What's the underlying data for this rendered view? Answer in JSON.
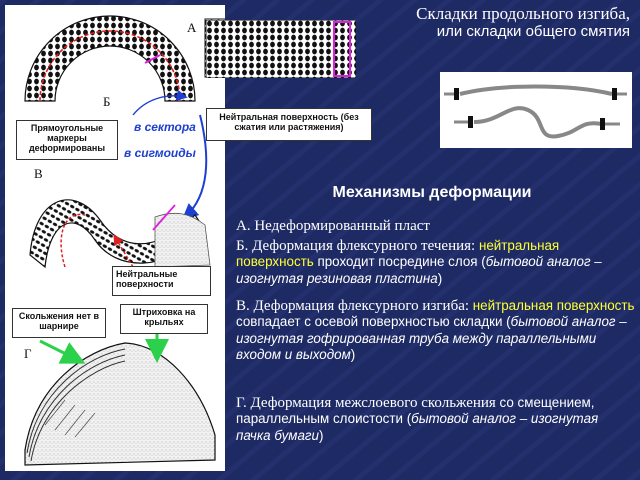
{
  "title": {
    "line1": "Складки продольного изгиба,",
    "line2": "или складки общего смятия"
  },
  "heading": "Механизмы деформации",
  "figure": {
    "letter_a": "А",
    "letter_b": "Б",
    "letter_v": "В",
    "letter_g": "Г",
    "markers_label": "Прямоугольные маркеры деформированы",
    "sector_label": "в сектора",
    "sigmoid_label": "в сигмоиды",
    "neutral_surface_label": "Нейтральная поверхность (без сжатия или растяжения)",
    "neutral_surfaces_label": "Нейтральные поверхности",
    "no_slip_label": "Скольжения нет в шарнире",
    "hatching_label": "Штриховка на крыльях"
  },
  "paragraphs": {
    "a": {
      "text": "А. Недеформированный пласт"
    },
    "b": {
      "prefix": "Б. Деформация ",
      "term": "флексурного течения",
      "colon": ":",
      "yellow": "нейтральная поверхность",
      "rest": " проходит посредине слоя (",
      "italic": "бытовой аналог – изогнутая резиновая пластина",
      "end": ")"
    },
    "v": {
      "prefix": "В. Деформация ",
      "term": "флексурного изгиба",
      "colon": ": ",
      "yellow": "нейтральная поверхность",
      "rest": " совпадает с осевой поверхностью складки (",
      "italic": "бытовой аналог – изогнутая гофрированная труба между параллельными входом и выходом",
      "end": ")"
    },
    "g": {
      "prefix": "Г. Деформация ",
      "term": "межслоевого скольжения",
      "mid": " со смещением, параллельным слоистости (",
      "italic": "бытовой аналог – изогнутая пачка бумаги",
      "end": ")"
    }
  },
  "colors": {
    "background": "#1e2a63",
    "highlight": "#ffff33",
    "blue_label": "#1e3fd1",
    "red_line": "#e02020",
    "magenta": "#e020e0"
  }
}
